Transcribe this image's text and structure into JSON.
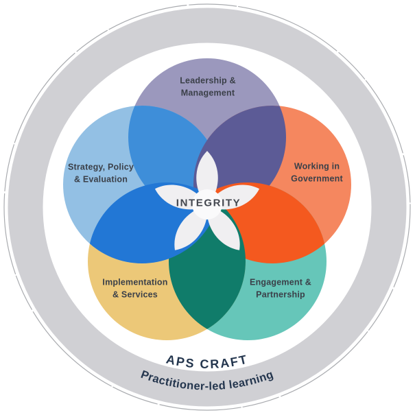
{
  "diagram": {
    "ring": {
      "color": "#d0d0d4",
      "sketch_outline_color": "#a9abaf"
    },
    "circles": [
      {
        "id": "leadership",
        "label": "Leadership &\nManagement",
        "color": "#9b98bd",
        "position": "top"
      },
      {
        "id": "working",
        "label": "Working in\nGovernment",
        "color": "#f5875f",
        "position": "right"
      },
      {
        "id": "engagement",
        "label": "Engagement &\nPartnership",
        "color": "#66c6b9",
        "position": "bottom-right"
      },
      {
        "id": "implementation",
        "label": "Implementation\n& Services",
        "color": "#ecc878",
        "position": "bottom-left"
      },
      {
        "id": "strategy",
        "label": "Strategy, Policy\n& Evaluation",
        "color": "#93c0e4",
        "position": "left"
      }
    ],
    "overlaps": {
      "strategy_leadership": "#3e8ed9",
      "leadership_working": "#5c5b96",
      "working_engagement": "#f4591f",
      "engagement_implementation": "#107c6a",
      "implementation_strategy": "#2277d5"
    },
    "center": {
      "label": "INTEGRITY",
      "flower_color": "#f0eff1",
      "flower_core_color": "#fafafb"
    },
    "footer": {
      "title": "APS CRAFT",
      "subtitle": "Practitioner-led learning",
      "text_color": "#24364e"
    }
  }
}
